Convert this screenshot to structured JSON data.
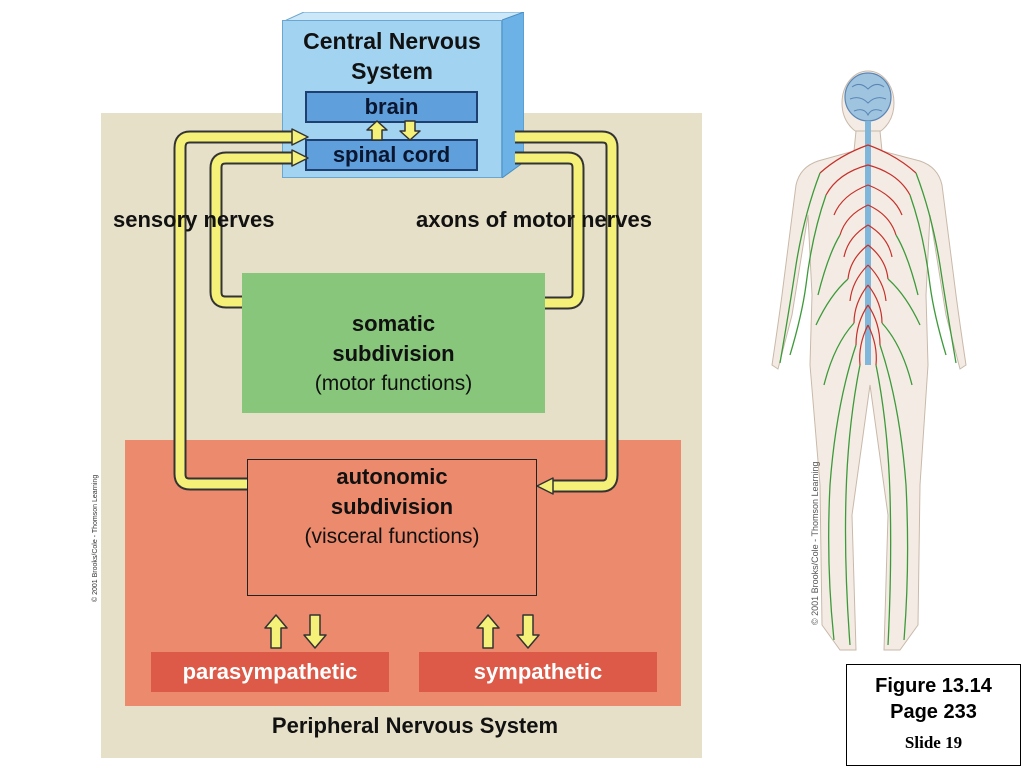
{
  "cns": {
    "title_line1": "Central Nervous",
    "title_line2": "System"
  },
  "brain_label": "brain",
  "spinal_label": "spinal cord",
  "sensory_label": "sensory nerves",
  "motor_label": "axons of motor nerves",
  "somatic": {
    "line1": "somatic",
    "line2": "subdivision",
    "line3": "(motor functions)"
  },
  "autonomic": {
    "line1": "autonomic",
    "line2": "subdivision",
    "line3": "(visceral functions)"
  },
  "parasympathetic_label": "parasympathetic",
  "sympathetic_label": "sympathetic",
  "pns_label": "Peripheral Nervous System",
  "figure": {
    "line1": "Figure 13.14",
    "line2": "Page 233",
    "slide": "Slide 19"
  },
  "credit_left": "© 2001 Brooks/Cole - Thomson Learning",
  "credit_right": "© 2001 Brooks/Cole - Thomson Learning",
  "colors": {
    "cns": "#a2d4f2",
    "pns": "#ec8a6d",
    "somatic": "#87c67b",
    "arrow": "#f5f178",
    "subdivision_box": "#dc5a47"
  }
}
